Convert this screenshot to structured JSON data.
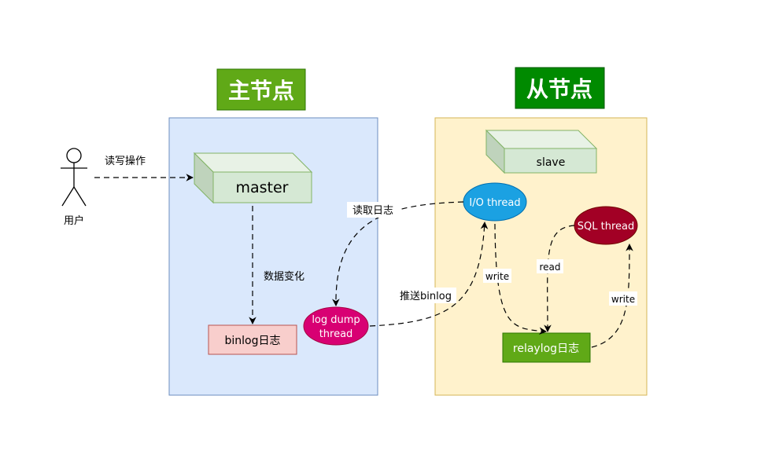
{
  "labels": {
    "master_title": "主节点",
    "slave_title": "从节点",
    "user": "用户",
    "edge_user_master": "读写操作",
    "master": "master",
    "edge_data_change": "数据变化",
    "binlog": "binlog日志",
    "log_dump_line1": "log dump",
    "log_dump_line2": "thread",
    "edge_read_log": "读取日志",
    "edge_push_binlog": "推送binlog",
    "slave": "slave",
    "io_thread": "I/O thread",
    "sql_thread": "SQL thread",
    "edge_write1": "write",
    "edge_read": "read",
    "edge_write2": "write",
    "relaylog": "relaylog日志"
  },
  "colors": {
    "master_zone_fill": "#dae8fc",
    "master_zone_stroke": "#6c8ebf",
    "slave_zone_fill": "#fff2cc",
    "slave_zone_stroke": "#d6b656",
    "title_green_light": "#60a917",
    "title_green_dark": "#008a00",
    "node_fill": "#d5e8d4",
    "node_stroke": "#82b366",
    "binlog_fill": "#f8cecc",
    "binlog_stroke": "#b85450",
    "log_dump_fill": "#d80073",
    "io_thread_fill": "#1ba1e2",
    "sql_thread_fill": "#a20025",
    "relaylog_fill": "#60a917"
  }
}
